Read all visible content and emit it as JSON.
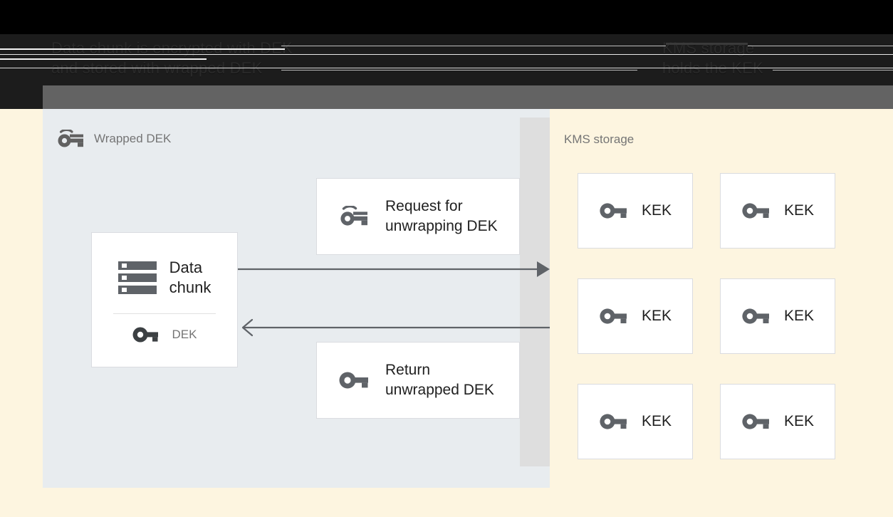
{
  "header": {
    "left_text": "Data chunk is encrypted with DEK\nand stored with wrapped DEK",
    "right_text": "KMS storage\nholds the KEK"
  },
  "client_panel": {
    "title": "Wrapped DEK",
    "title_icon": "wrapped-key-icon",
    "background_color": "#e8ecef",
    "data_chunk_card": {
      "icon": "storage-chunk-icon",
      "label": "Data\nchunk",
      "key_icon": "key-icon",
      "key_label": "DEK"
    },
    "messages": [
      {
        "icon": "wrapped-key-icon",
        "label": "Request for\nunwrapping DEK"
      },
      {
        "icon": "key-icon",
        "label": "Return\nunwrapped DEK"
      }
    ],
    "arrows": [
      {
        "name": "request-arrow",
        "direction": "right"
      },
      {
        "name": "response-arrow",
        "direction": "left"
      }
    ]
  },
  "kms_panel": {
    "title": "KMS storage",
    "background_color": "#fdf5e0",
    "keys": [
      {
        "icon": "key-icon",
        "label": "KEK"
      },
      {
        "icon": "key-icon",
        "label": "KEK"
      },
      {
        "icon": "key-icon",
        "label": "KEK"
      },
      {
        "icon": "key-icon",
        "label": "KEK"
      },
      {
        "icon": "key-icon",
        "label": "KEK"
      },
      {
        "icon": "key-icon",
        "label": "KEK"
      }
    ]
  },
  "colors": {
    "client_panel_bg": "#e8ecef",
    "kms_panel_bg": "#fdf5e0",
    "gutter": "#dedede",
    "card_border": "#dadce0",
    "icon_grey": "#616161",
    "text_grey": "#757575",
    "text_dark": "#212121",
    "arrow": "#5f6368"
  }
}
